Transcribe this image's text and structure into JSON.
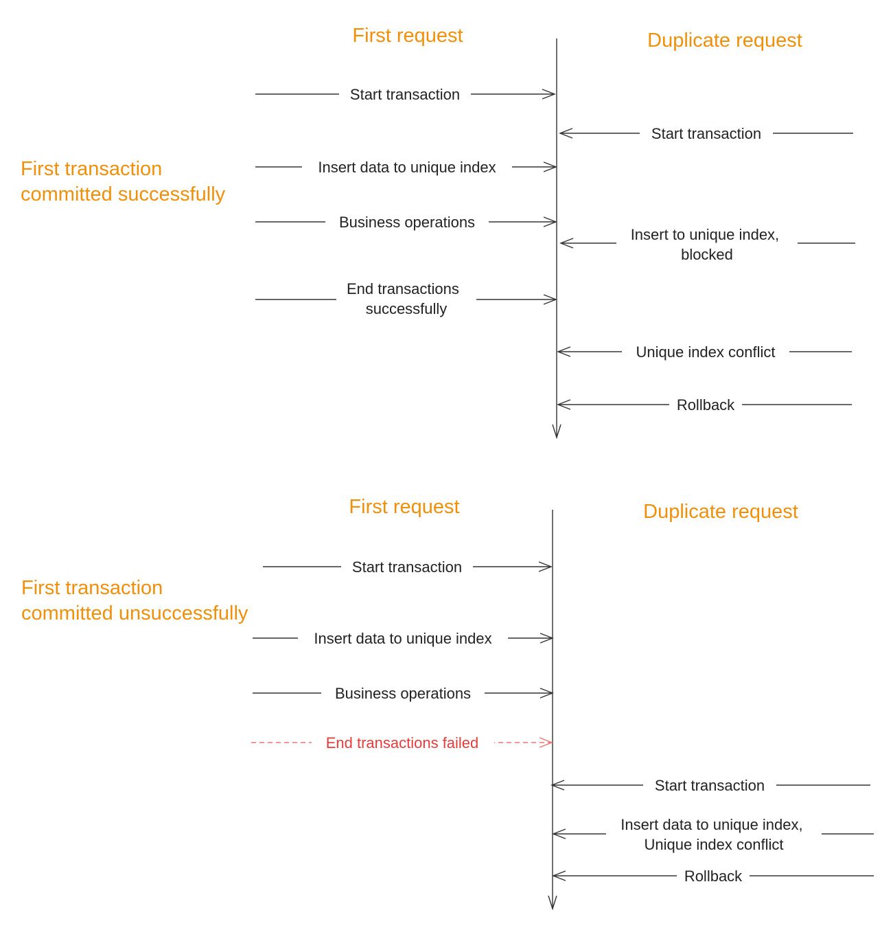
{
  "colors": {
    "heading": "#f0900a",
    "text": "#222222",
    "line": "#333333",
    "error": "#e53b3b"
  },
  "panels": [
    {
      "first_request": "First request",
      "duplicate_request": "Duplicate request",
      "side_note": [
        "First transaction",
        "committed successfully"
      ],
      "messages": [
        {
          "from": "first",
          "lines": [
            "Start transaction"
          ]
        },
        {
          "from": "duplicate",
          "lines": [
            "Start transaction"
          ]
        },
        {
          "from": "first",
          "lines": [
            "Insert data to unique index"
          ]
        },
        {
          "from": "first",
          "lines": [
            "Business operations"
          ]
        },
        {
          "from": "duplicate",
          "lines": [
            "Insert to unique index,",
            "blocked"
          ]
        },
        {
          "from": "first",
          "lines": [
            "End transactions",
            "successfully"
          ]
        },
        {
          "from": "duplicate",
          "lines": [
            "Unique index conflict"
          ]
        },
        {
          "from": "duplicate",
          "lines": [
            "Rollback"
          ]
        }
      ]
    },
    {
      "first_request": "First request",
      "duplicate_request": "Duplicate request",
      "side_note": [
        "First transaction",
        "committed unsuccessfully"
      ],
      "messages": [
        {
          "from": "first",
          "lines": [
            "Start transaction"
          ]
        },
        {
          "from": "first",
          "lines": [
            "Insert data to unique index"
          ]
        },
        {
          "from": "first",
          "lines": [
            "Business operations"
          ]
        },
        {
          "from": "first",
          "lines": [
            "End transactions failed"
          ],
          "status": "failed"
        },
        {
          "from": "duplicate",
          "lines": [
            "Start transaction"
          ]
        },
        {
          "from": "duplicate",
          "lines": [
            "Insert data to unique index,",
            "Unique index conflict"
          ]
        },
        {
          "from": "duplicate",
          "lines": [
            "Rollback"
          ]
        }
      ]
    }
  ]
}
